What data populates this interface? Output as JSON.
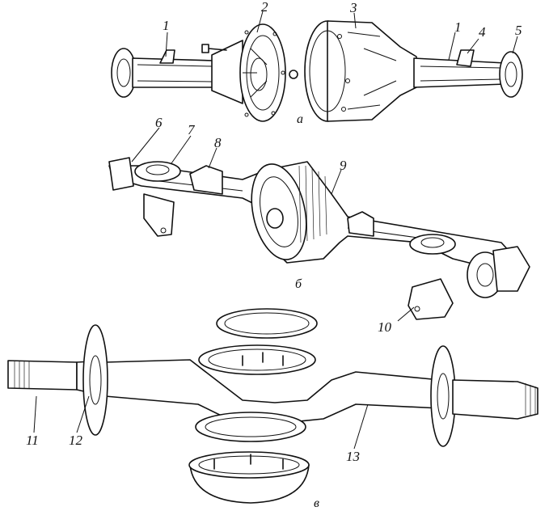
{
  "figure": {
    "callouts": [
      "1",
      "2",
      "3",
      "1",
      "4",
      "5",
      "6",
      "7",
      "8",
      "9",
      "10",
      "11",
      "12",
      "13"
    ],
    "subfigure_labels": [
      "а",
      "б",
      "в"
    ]
  }
}
